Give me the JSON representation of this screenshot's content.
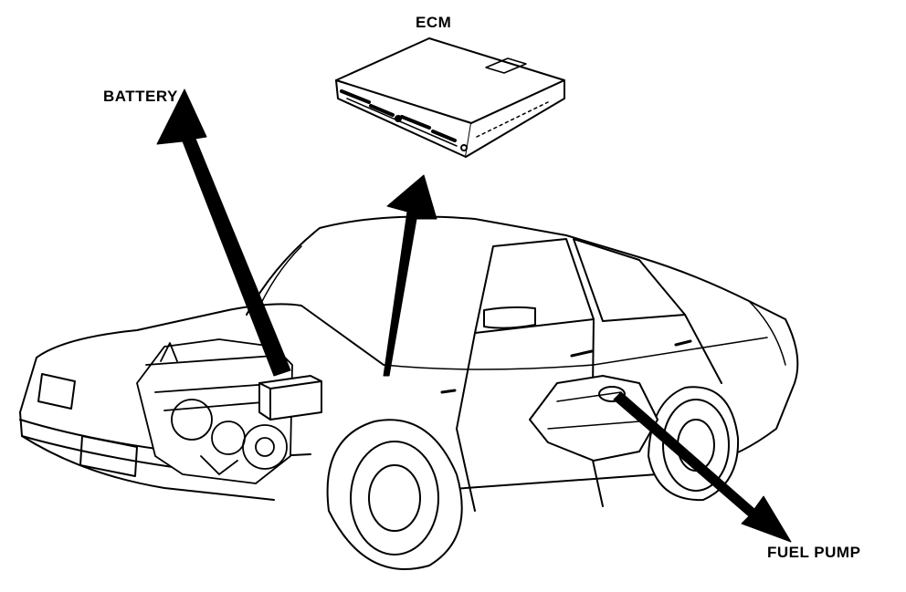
{
  "labels": {
    "ecm": "ECM",
    "battery": "BATTERY",
    "fuel_pump": "FUEL PUMP"
  },
  "colors": {
    "ink": "#000000",
    "paper": "#ffffff"
  }
}
